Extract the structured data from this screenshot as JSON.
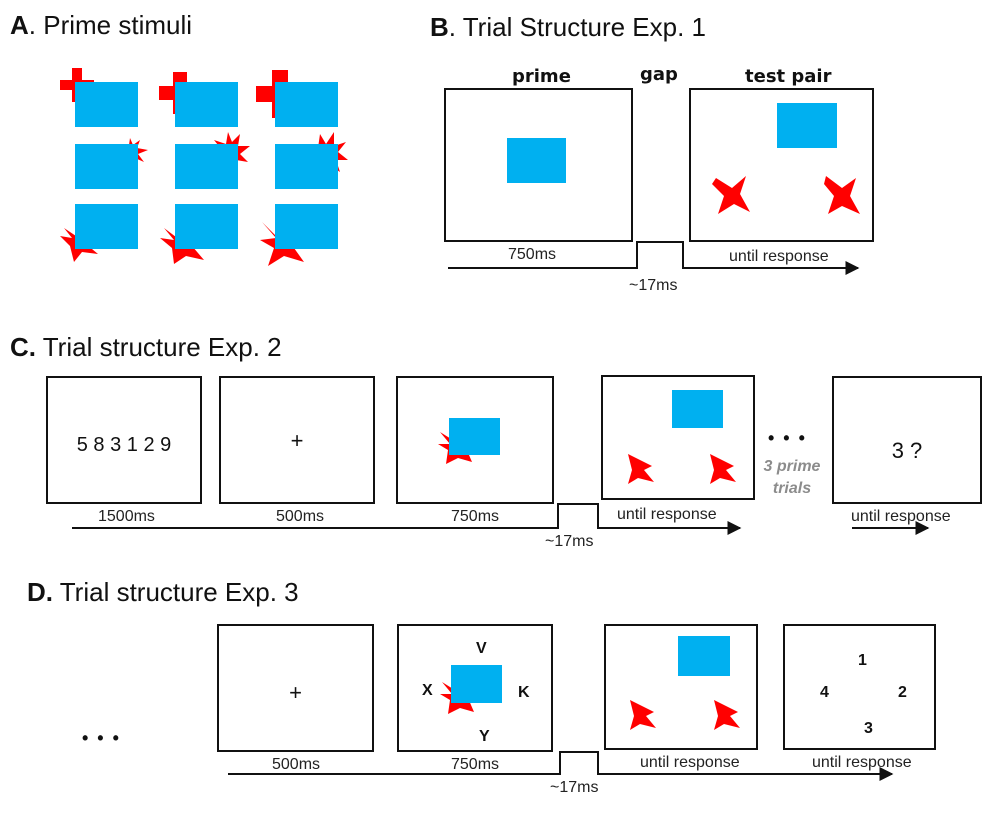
{
  "panelA": {
    "letter": "A",
    "title": ". Prime stimuli"
  },
  "panelB": {
    "letter": "B",
    "title": ". Trial Structure Exp. 1",
    "hdr_prime": "prime",
    "hdr_gap": "gap",
    "hdr_test": "test pair",
    "t_750": "750ms",
    "t_gap": "~17ms",
    "t_until": "until response"
  },
  "panelC": {
    "letter": "C.",
    "title": " Trial structure Exp. 2",
    "digits": "5 8 3 1 2 9",
    "fix": "+",
    "probe": "3 ?",
    "ellipsis": "• • •",
    "note_line1": "3 prime",
    "note_line2": "trials",
    "t_1500": "1500ms",
    "t_500": "500ms",
    "t_750": "750ms",
    "t_until": "until response",
    "t_until2": "until response",
    "t_gap": "~17ms"
  },
  "panelD": {
    "letter": "D.",
    "title": " Trial structure Exp. 3",
    "ellipsis": "• • •",
    "fix": "+",
    "letters": {
      "top": "V",
      "left": "X",
      "right": "K",
      "bottom": "Y"
    },
    "nums": {
      "top": "1",
      "left": "4",
      "right": "2",
      "bottom": "3"
    },
    "t_500": "500ms",
    "t_750": "750ms",
    "t_until": "until response",
    "t_until2": "until response",
    "t_gap": "~17ms"
  },
  "colors": {
    "blue": "#00b0f0",
    "red": "#ff0000",
    "line": "#111111"
  }
}
